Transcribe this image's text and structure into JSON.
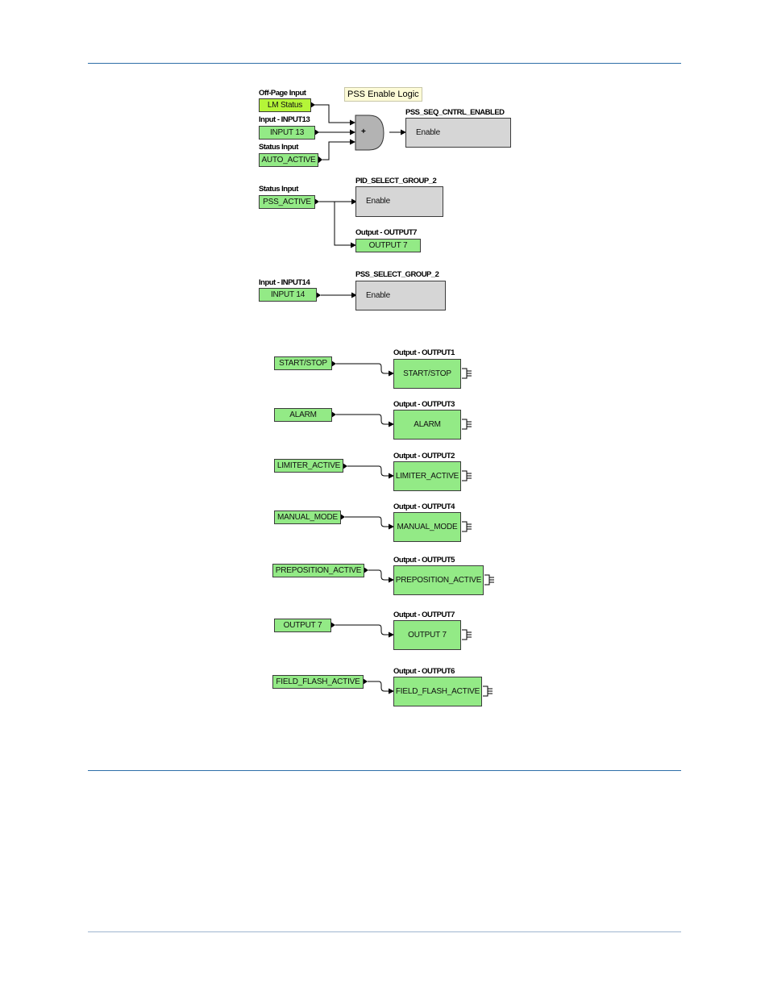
{
  "diagram": {
    "tooltip": "PSS Enable Logic",
    "group1": {
      "title": "Off-Page Input",
      "input1": {
        "title": "Off-Page Input",
        "value": "LM Status"
      },
      "input2": {
        "title": "Input - INPUT13",
        "value": "INPUT 13"
      },
      "input3": {
        "title": "Status Input",
        "value": "AUTO_ACTIVE"
      },
      "gate": "+",
      "target": {
        "title": "PSS_SEQ_CNTRL_ENABLED",
        "port": "Enable"
      }
    },
    "group2": {
      "input": {
        "title": "Status Input",
        "value": "PSS_ACTIVE"
      },
      "target": {
        "title": "PID_SELECT_GROUP_2",
        "port": "Enable"
      },
      "output": {
        "title": "Output - OUTPUT7",
        "value": "OUTPUT 7"
      }
    },
    "group3": {
      "input": {
        "title": "Input - INPUT14",
        "value": "INPUT 14"
      },
      "target": {
        "title": "PSS_SELECT_GROUP_2",
        "port": "Enable"
      }
    },
    "outputs": [
      {
        "source": "START/STOP",
        "title": "Output - OUTPUT1",
        "value": "START/STOP"
      },
      {
        "source": "ALARM",
        "title": "Output - OUTPUT3",
        "value": "ALARM"
      },
      {
        "source": "LIMITER_ACTIVE",
        "title": "Output - OUTPUT2",
        "value": "LIMITER_ACTIVE"
      },
      {
        "source": "MANUAL_MODE",
        "title": "Output - OUTPUT4",
        "value": "MANUAL_MODE"
      },
      {
        "source": "PREPOSITION_ACTIVE",
        "title": "Output - OUTPUT5",
        "value": "PREPOSITION_ACTIVE"
      },
      {
        "source": "OUTPUT 7",
        "title": "Output - OUTPUT7",
        "value": "OUTPUT 7"
      },
      {
        "source": "FIELD_FLASH_ACTIVE",
        "title": "Output - OUTPUT6",
        "value": "FIELD_FLASH_ACTIVE"
      }
    ]
  }
}
